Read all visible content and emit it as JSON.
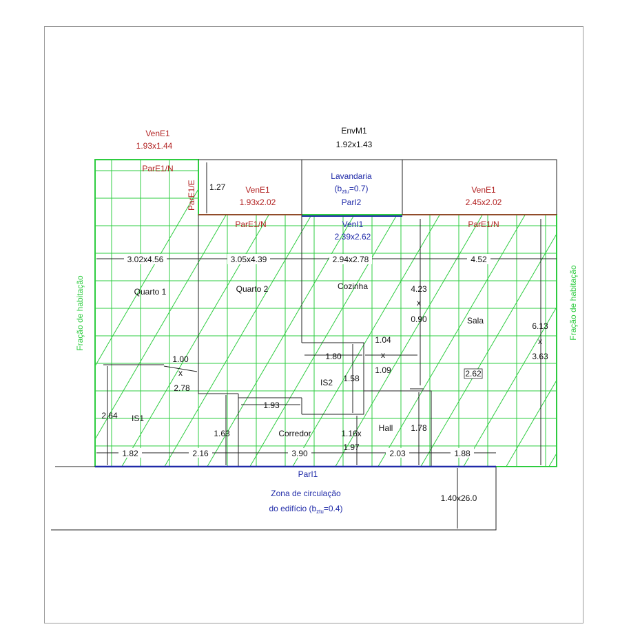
{
  "colors": {
    "green": "#2ecc40",
    "red": "#b22222",
    "blue": "#1f2aa8",
    "black": "#111111"
  },
  "top": {
    "vene1_left_name": "VenE1",
    "vene1_left_dim": "1.93x1.44",
    "envm1_name": "EnvM1",
    "envm1_dim": "1.92x1.43",
    "lavandaria_name": "Lavandaria",
    "lavandaria_b": "(b",
    "lavandaria_b_sub": "ztu",
    "lavandaria_b_val": "=0.7)",
    "pari2": "ParI2",
    "vene1_mid_name": "VenE1",
    "vene1_mid_dim": "1.93x2.02",
    "vene1_right_name": "VenE1",
    "vene1_right_dim": "2.45x2.02",
    "pare1n_top": "ParE1/N",
    "pare1e": "ParE1/E",
    "dim_127": "1.27"
  },
  "walls": {
    "pare1n_2": "ParE1/N",
    "pare1n_3": "ParE1/N",
    "veni1_name": "VenI1",
    "veni1_dim": "2.39x2.62"
  },
  "rooms": {
    "quarto1": "Quarto 1",
    "quarto1_dim": "3.02x4.56",
    "quarto2": "Quarto 2",
    "quarto2_dim": "3.05x4.39",
    "cozinha": "Cozinha",
    "cozinha_dim": "2.94x2.78",
    "sala": "Sala",
    "sala_dim": "4.52",
    "is1": "IS1",
    "is2": "IS2",
    "corredor": "Corredor",
    "hall": "Hall"
  },
  "dims": {
    "d423": "4.23",
    "dx1": "x",
    "d090": "0.90",
    "d613": "6.13",
    "dx2": "x",
    "d363": "3.63",
    "d104": "1.04",
    "dx3": "x",
    "d109": "1.09",
    "d100": "1.00",
    "dx4": "x",
    "d278": "2.78",
    "d180": "1.80",
    "d158": "1.58",
    "d193": "1.93",
    "d264": "2.64",
    "d163": "1.63",
    "d116": "1.16x",
    "d197": "1.97",
    "d178": "1.78",
    "d182": "1.82",
    "d216": "2.16",
    "d390": "3.90",
    "d203": "2.03",
    "d188": "1.88",
    "box262": "2.62"
  },
  "side": {
    "left_label": "Fração de habitação",
    "right_label": "Fração de habitação"
  },
  "bottom": {
    "pari1": "ParI1",
    "zona_line1": "Zona de circulação",
    "zona_line2": "do edifício (b",
    "zona_sub": "ztu",
    "zona_val": "=0.4)",
    "dim_corridor": "1.40x26.0"
  }
}
